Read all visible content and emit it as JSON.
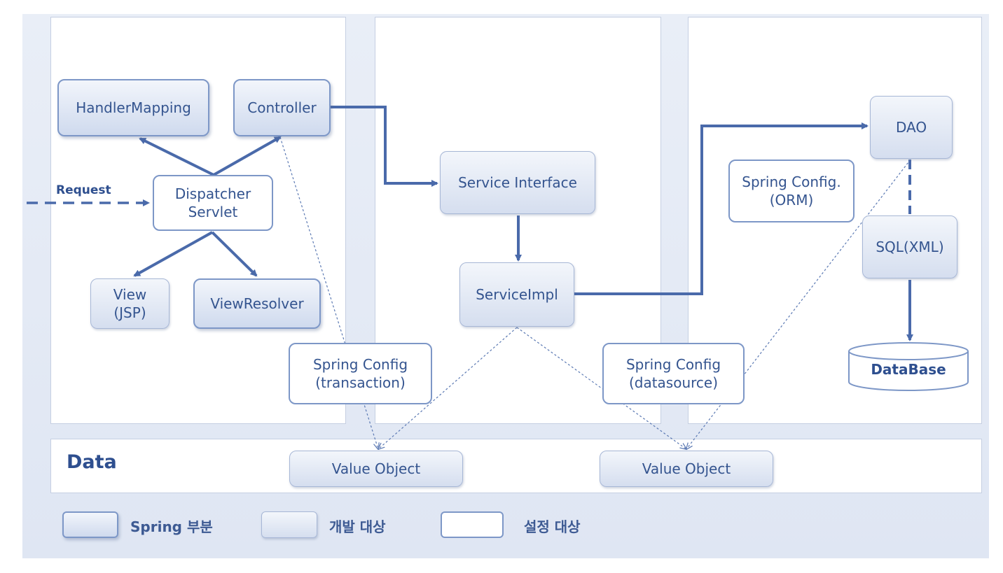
{
  "layers": {
    "data_label": "Data"
  },
  "nodes": {
    "handler_mapping": "HandlerMapping",
    "controller": "Controller",
    "dispatcher_servlet": "Dispatcher\nServlet",
    "view_jsp": "View\n(JSP)",
    "view_resolver": "ViewResolver",
    "spring_config_transaction": "Spring Config\n(transaction)",
    "service_interface": "Service Interface",
    "service_impl": "ServiceImpl",
    "spring_config_datasource": "Spring Config\n(datasource)",
    "dao": "DAO",
    "spring_config_orm": "Spring Config.\n(ORM)",
    "sql_xml": "SQL(XML)",
    "database": "DataBase",
    "value_object_1": "Value Object",
    "value_object_2": "Value Object"
  },
  "edges": {
    "request_label": "Request"
  },
  "legend": {
    "spring_part": "Spring 부분",
    "dev_target": "개발 대상",
    "config_target": "설정 대상"
  },
  "colors": {
    "line": "#4a6aaa",
    "text": "#2e4f8f",
    "node_border": "#7d97c7"
  }
}
